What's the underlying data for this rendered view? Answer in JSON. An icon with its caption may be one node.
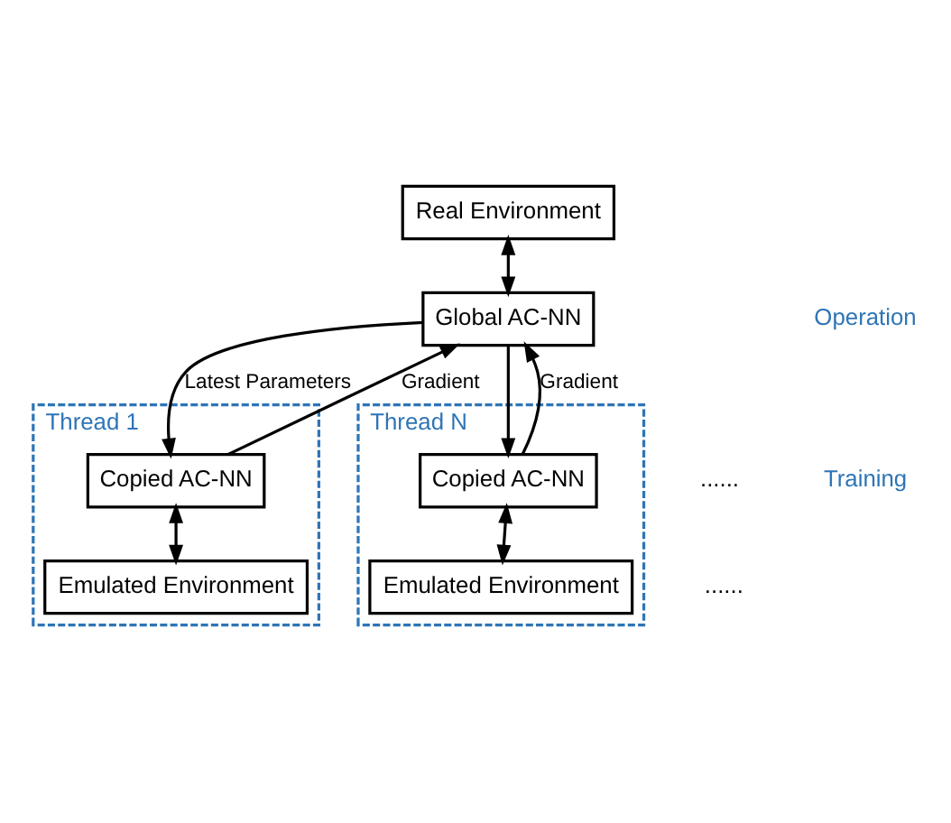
{
  "diagram": {
    "nodes": [
      {
        "text": [
          "Real Environment"
        ]
      },
      {
        "text": [
          "Global AC-NN"
        ]
      },
      {
        "text": [
          "Thread 1"
        ]
      },
      {
        "text": [
          "Copied AC-NN"
        ],
        "in": 2
      },
      {
        "text": [
          "Emulated Environment"
        ],
        "in": 2
      },
      {
        "text": [
          "Thread N"
        ]
      },
      {
        "text": [
          "Copied AC-NN"
        ],
        "in": 5
      },
      {
        "text": [
          "Emulated Environment"
        ],
        "in": 5
      }
    ],
    "edges": [
      {
        "from": 0,
        "to": 1,
        "arrow": "both"
      },
      {
        "from": 3,
        "to": 1,
        "arrow": "to",
        "label": "Gradient"
      },
      {
        "from": 1,
        "to": 3,
        "arrow": "to",
        "label": "Latest Parameters"
      },
      {
        "from": 1,
        "to": 6,
        "arrow": "to"
      },
      {
        "from": 6,
        "to": 1,
        "arrow": "to",
        "label": "Gradient"
      },
      {
        "from": 3,
        "to": 4,
        "arrow": "both"
      },
      {
        "from": 6,
        "to": 7,
        "arrow": "both"
      }
    ],
    "labels": [
      "Operation",
      "Training",
      "......",
      "......"
    ]
  }
}
